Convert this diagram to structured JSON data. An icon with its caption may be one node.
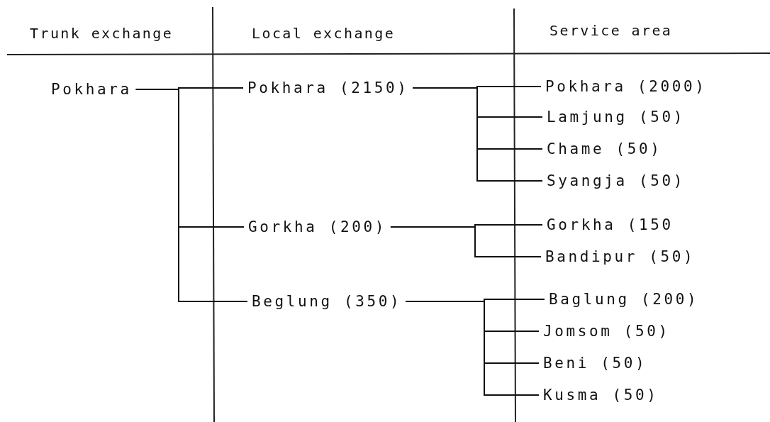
{
  "diagram": {
    "nodes": [
      {
        "text": [
          "Pokhara"
        ]
      },
      {
        "text": [
          "Pokhara (2150)"
        ]
      },
      {
        "text": [
          "Gorkha (200)"
        ]
      },
      {
        "text": [
          "Beglung (350)"
        ]
      },
      {
        "text": [
          "Pokhara (2000)"
        ]
      },
      {
        "text": [
          "Lamjung (50)"
        ]
      },
      {
        "text": [
          "Chame (50)"
        ]
      },
      {
        "text": [
          "Syangja (50)"
        ]
      },
      {
        "text": [
          "Gorkha (150"
        ]
      },
      {
        "text": [
          "Bandipur (50)"
        ]
      },
      {
        "text": [
          "Baglung (200)"
        ]
      },
      {
        "text": [
          "Jomsom (50)"
        ]
      },
      {
        "text": [
          "Beni (50)"
        ]
      },
      {
        "text": [
          "Kusma (50)"
        ]
      }
    ],
    "edges": [
      {
        "from": 0,
        "to": 1,
        "arrow": "none"
      },
      {
        "from": 0,
        "to": 2,
        "arrow": "none"
      },
      {
        "from": 0,
        "to": 3,
        "arrow": "none"
      },
      {
        "from": 1,
        "to": 4,
        "arrow": "none"
      },
      {
        "from": 1,
        "to": 5,
        "arrow": "none"
      },
      {
        "from": 1,
        "to": 6,
        "arrow": "none"
      },
      {
        "from": 1,
        "to": 7,
        "arrow": "none"
      },
      {
        "from": 2,
        "to": 8,
        "arrow": "none"
      },
      {
        "from": 2,
        "to": 9,
        "arrow": "none"
      },
      {
        "from": 3,
        "to": 10,
        "arrow": "none"
      },
      {
        "from": 3,
        "to": 11,
        "arrow": "none"
      },
      {
        "from": 3,
        "to": 12,
        "arrow": "none"
      },
      {
        "from": 3,
        "to": 13,
        "arrow": "none"
      }
    ],
    "labels": [
      "Trunk exchange",
      "Local exchange",
      "Service area"
    ]
  }
}
